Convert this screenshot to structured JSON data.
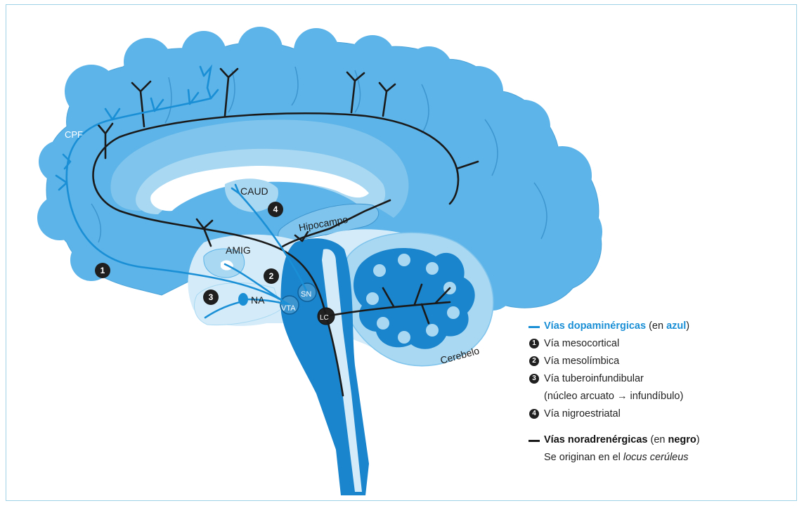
{
  "labels": {
    "cpf": "CPF",
    "caud": "CAUD",
    "hipocampo": "Hipocampo",
    "amig": "AMIG",
    "na": "NA",
    "vta": "VTA",
    "sn": "SN",
    "lc": "LC",
    "cerebelo": "Cerebelo"
  },
  "badges": [
    "1",
    "2",
    "3",
    "4"
  ],
  "legend": {
    "dopa_title": "Vías dopaminérgicas",
    "dopa_paren_open": " (en ",
    "dopa_color_word": "azul",
    "paren_close": ")",
    "items": [
      {
        "num": "1",
        "text": "Vía mesocortical"
      },
      {
        "num": "2",
        "text": "Vía mesolímbica"
      },
      {
        "num": "3",
        "text": "Vía tuberoinfundibular"
      },
      {
        "num": "",
        "text": "(núcleo arcuato → infundíbulo)"
      },
      {
        "num": "4",
        "text": "Vía nigroestriatal"
      }
    ],
    "nora_title": "Vías noradrenérgicas",
    "nora_paren_open": " (en ",
    "nora_color_word": "negro",
    "nora_sub_prefix": "Se originan en el ",
    "nora_sub_italic": "locus cerúleus"
  },
  "colors": {
    "cortex": "#5db4e8",
    "inner": "#a9d8f2",
    "pale": "#d4ecf9",
    "deep": "#1a84cc",
    "dopamine": "#1a8fd6",
    "noradrenaline": "#1a1a1a"
  }
}
